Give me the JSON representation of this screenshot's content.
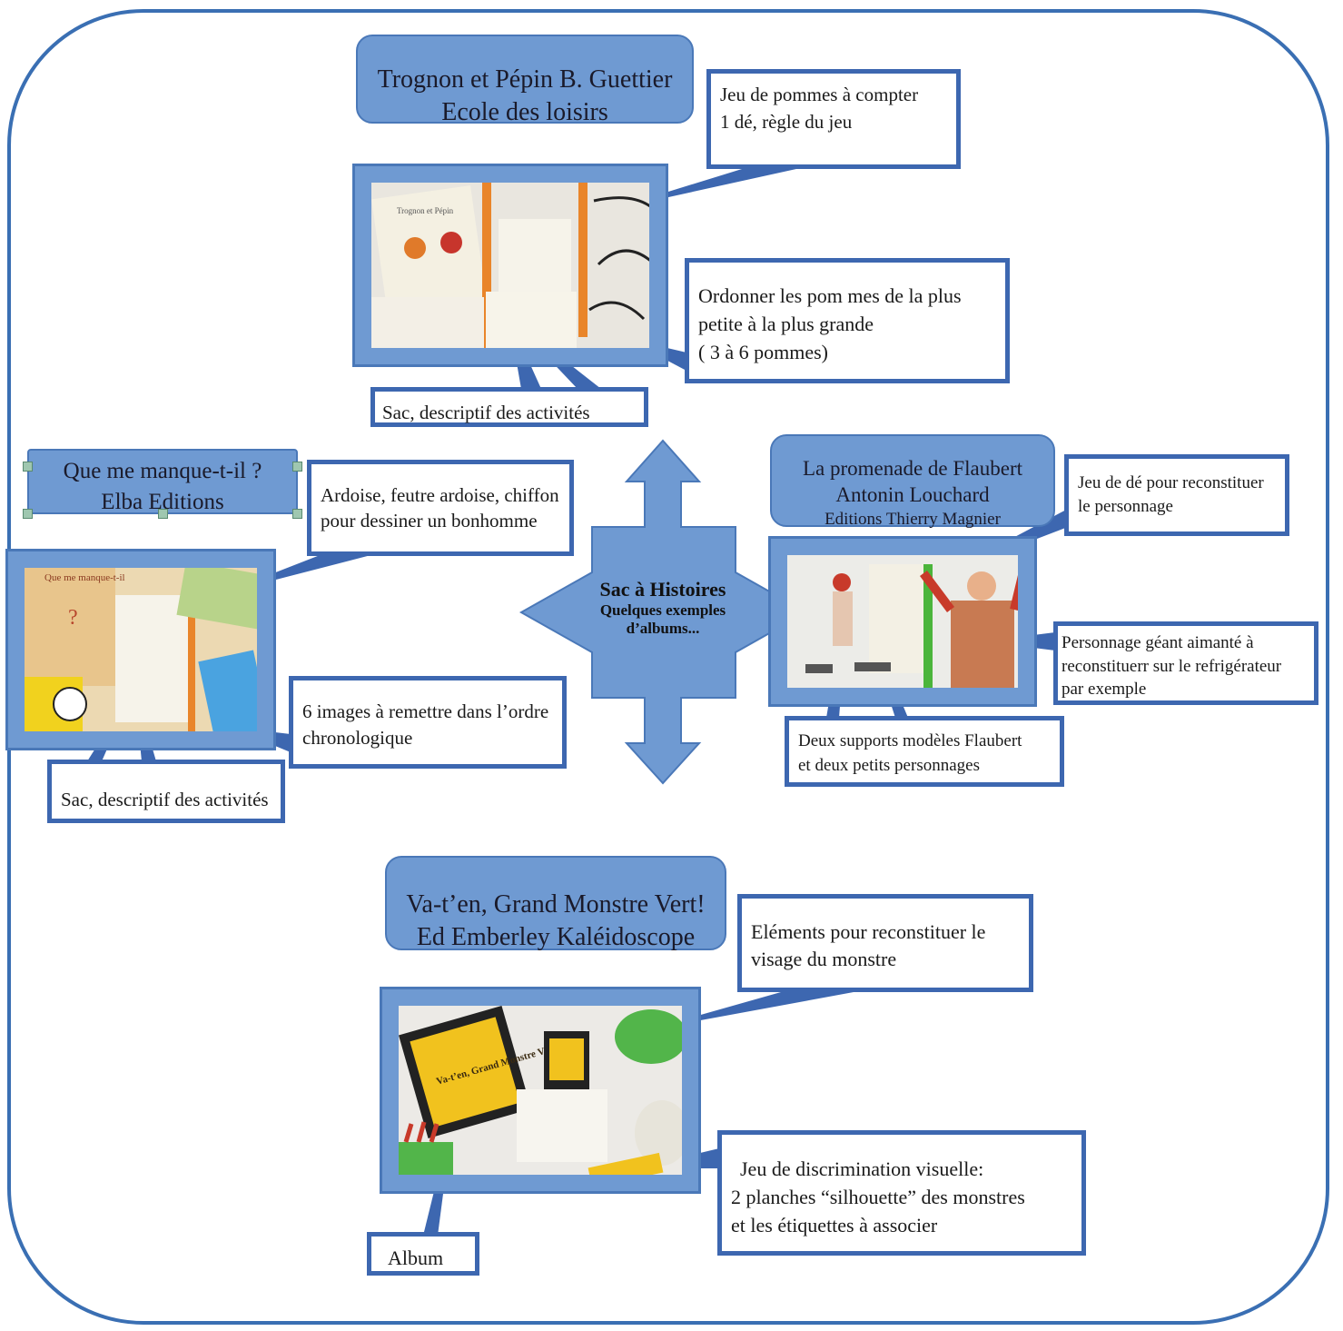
{
  "center": {
    "title": "Sac à Histoires",
    "subtitle_line1": "Quelques exemples",
    "subtitle_line2": "d’albums..."
  },
  "books": {
    "trognon": {
      "title_line1": "Trognon et Pépin B. Guettier",
      "title_line2": "Ecole des loisirs",
      "callouts": {
        "jeu": [
          "Jeu de pommes à compter",
          "1 dé, règle du jeu"
        ],
        "ordonner": [
          "Ordonner les pom mes de la plus",
          "petite à la plus grande",
          "( 3 à 6 pommes)"
        ],
        "sac": "Sac, descriptif des activités"
      },
      "photo_text": "Trognon et Pépin"
    },
    "manque": {
      "title_line1": "Que me manque-t-il ?",
      "title_line2": "Elba Editions",
      "callouts": {
        "ardoise": [
          "Ardoise, feutre ardoise, chiffon",
          "pour dessiner un bonhomme"
        ],
        "images": [
          "6 images à remettre dans l’ordre",
          "chronologique"
        ],
        "sac": "Sac, descriptif des activités"
      },
      "photo_text": "Que me manque-t-il"
    },
    "flaubert": {
      "title_line1": "La promenade de Flaubert",
      "title_line2": "Antonin Louchard",
      "title_line3": "Editions Thierry Magnier",
      "callouts": {
        "de": [
          "Jeu de dé pour reconstituer",
          "le personnage"
        ],
        "geant": [
          "Personnage géant aimanté à",
          "reconstituerr sur le refrigérateur",
          "par exemple"
        ],
        "supports": [
          "Deux supports modèles Flaubert",
          "et deux petits personnages"
        ]
      }
    },
    "monstre": {
      "title_line1": "Va-t’en, Grand Monstre Vert!",
      "title_line2": "Ed Emberley Kaléidoscope",
      "callouts": {
        "elements": [
          "Eléments pour reconstituer le",
          "visage du monstre"
        ],
        "jeu": [
          "Jeu de discrimination visuelle:",
          "2 planches “silhouette” des monstres",
          "et les étiquettes à associer"
        ],
        "album": "Album"
      },
      "photo_text": "Va-t’en, Grand Monstre Vert !"
    }
  },
  "colors": {
    "frame": "#3a6fb3",
    "title_fill": "#6f9ad2",
    "callout_border": "#3d67b0",
    "arrow_fill": "#6f9ad2"
  }
}
